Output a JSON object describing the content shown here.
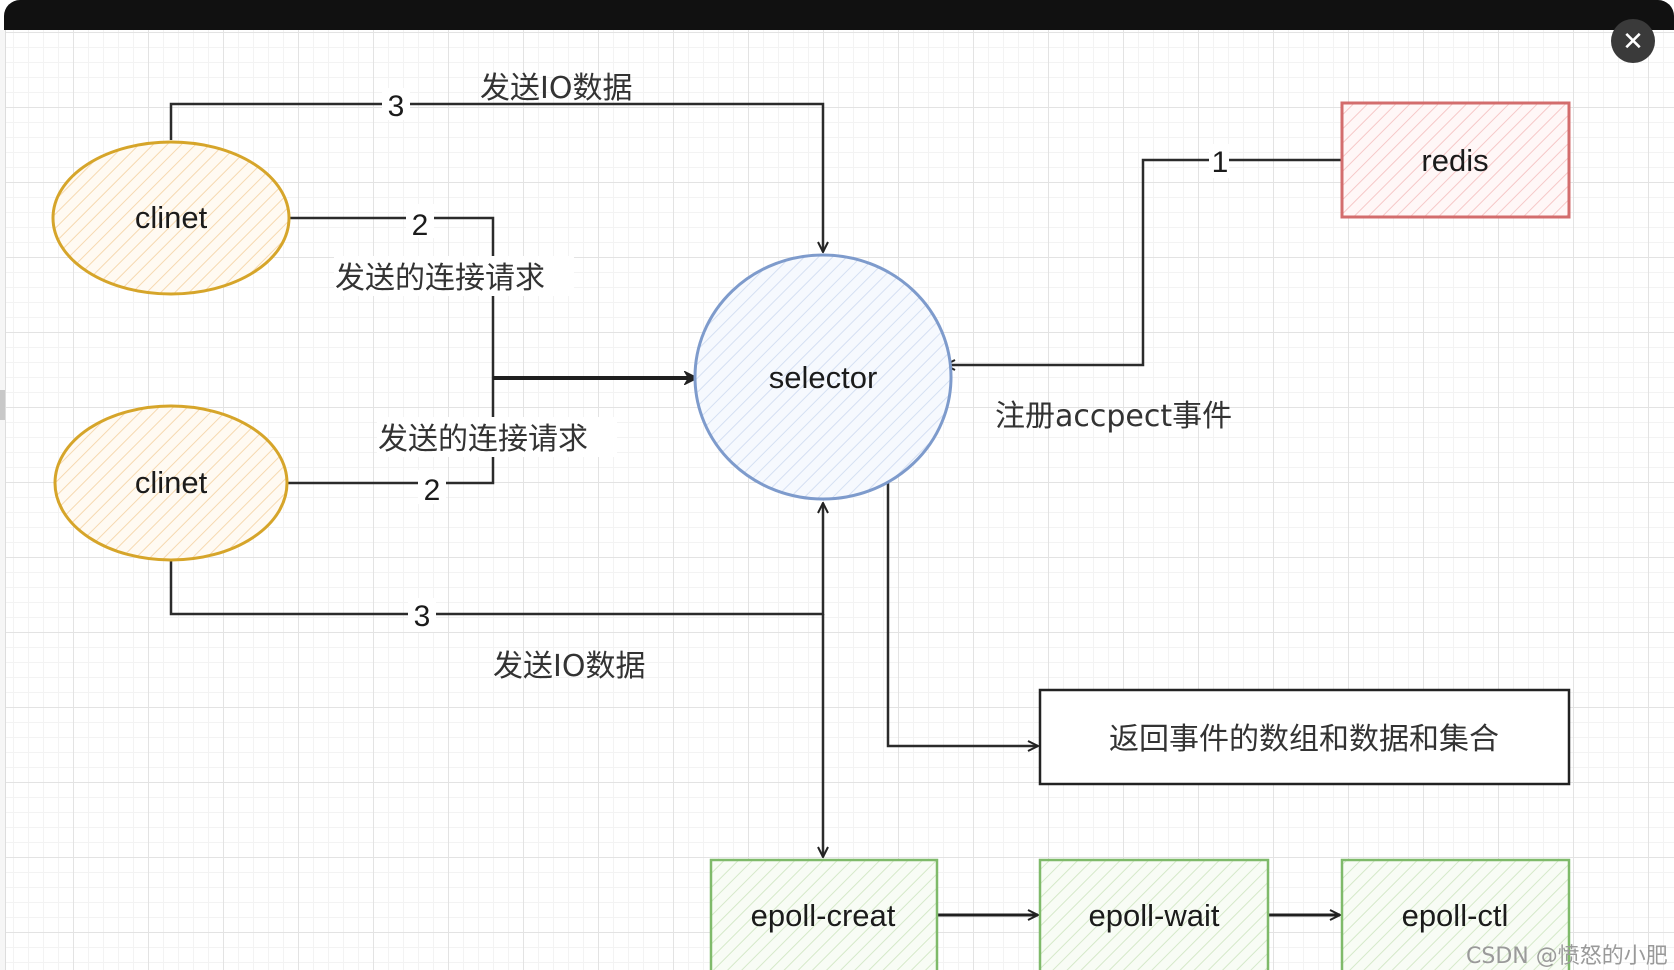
{
  "window": {
    "close_icon_glyph": "✕"
  },
  "nodes": {
    "client_top": {
      "label": "clinet",
      "stroke": "#d6a52a",
      "fill": "#fdf0dc"
    },
    "client_bottom": {
      "label": "clinet",
      "stroke": "#d6a52a",
      "fill": "#fdf0dc"
    },
    "selector": {
      "label": "selector",
      "stroke": "#7e9bcc",
      "fill": "#e6edf8"
    },
    "redis": {
      "label": "redis",
      "stroke": "#d36d6d",
      "fill": "#fbe3e3"
    },
    "result_box": {
      "label": "返回事件的数组和数据和集合",
      "stroke": "#222222"
    },
    "epoll_creat": {
      "label": "epoll-creat",
      "stroke": "#7fba6a",
      "fill": "#e6f3df"
    },
    "epoll_wait": {
      "label": "epoll-wait",
      "stroke": "#7fba6a",
      "fill": "#e6f3df"
    },
    "epoll_ctl": {
      "label": "epoll-ctl",
      "stroke": "#7fba6a",
      "fill": "#e6f3df"
    }
  },
  "edges": {
    "top_io": {
      "step": "3",
      "label": "发送IO数据"
    },
    "top_connect": {
      "step": "2",
      "label": "发送的连接请求"
    },
    "bottom_connect": {
      "step": "2",
      "label": "发送的连接请求"
    },
    "bottom_io": {
      "step": "3",
      "label": "发送IO数据"
    },
    "redis_register": {
      "step": "1",
      "label": "注册accpect事件"
    }
  },
  "watermark": "CSDN @愤怒的小肥"
}
